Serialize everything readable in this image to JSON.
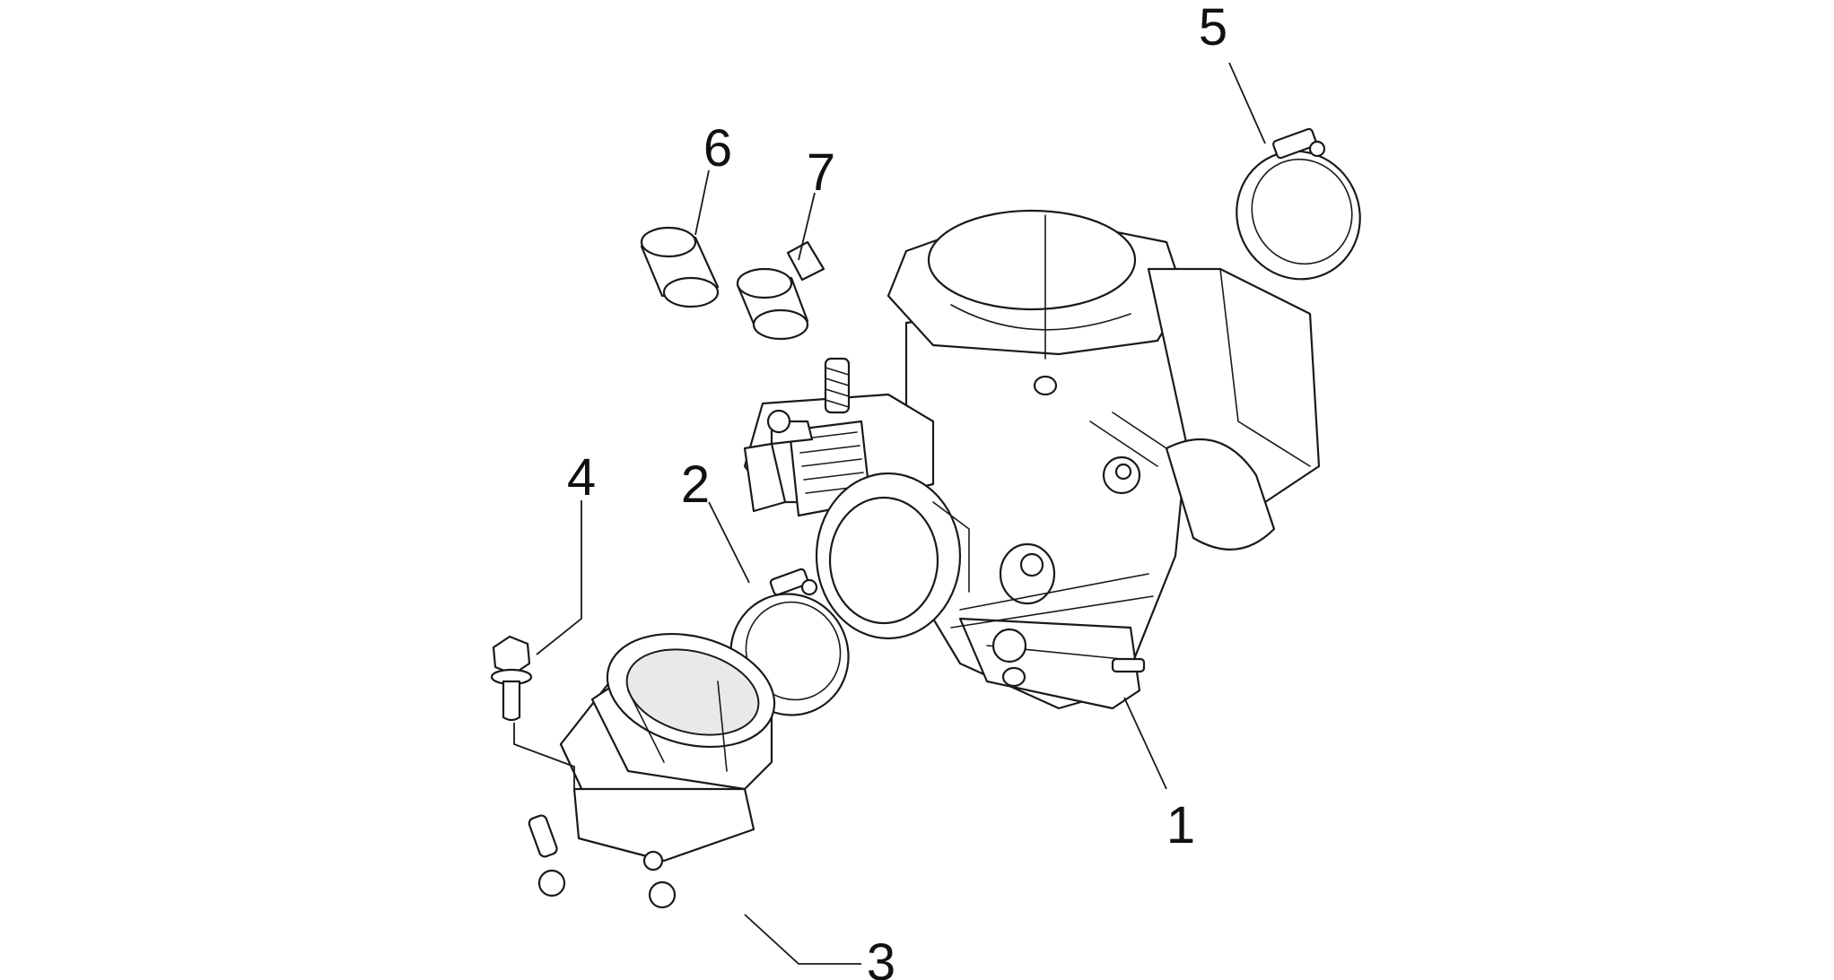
{
  "callouts": [
    {
      "id": "1",
      "label": "1",
      "part": "carburettor"
    },
    {
      "id": "2",
      "label": "2",
      "part": "hose-clamp"
    },
    {
      "id": "3",
      "label": "3",
      "part": "intake-manifold"
    },
    {
      "id": "4",
      "label": "4",
      "part": "flange-bolt"
    },
    {
      "id": "5",
      "label": "5",
      "part": "hose-clamp"
    },
    {
      "id": "6",
      "label": "6",
      "part": "sleeve"
    },
    {
      "id": "7",
      "label": "7",
      "part": "spring-clip"
    }
  ],
  "colors": {
    "line": "#1a1a1a",
    "background": "#ffffff"
  }
}
